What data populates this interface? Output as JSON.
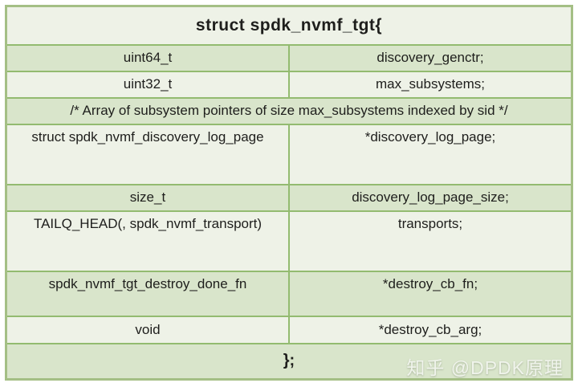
{
  "colors": {
    "green-fill": "#d9e5cb",
    "light-fill": "#eef2e7",
    "border-inner": "#93bb70",
    "border-outer": "#a4bf85",
    "text": "#1e1e1c",
    "watermark": "#f2f5ee"
  },
  "struct_table": {
    "title": "struct spdk_nvmf_tgt{",
    "comment": "/* Array of subsystem pointers of size max_subsystems indexed by sid */",
    "closing": "};",
    "fields": [
      {
        "type": "uint64_t",
        "name": "discovery_genctr;"
      },
      {
        "type": "uint32_t",
        "name": "max_subsystems;"
      },
      {
        "type": "struct spdk_nvmf_discovery_log_page",
        "name": "*discovery_log_page;"
      },
      {
        "type": "size_t",
        "name": "discovery_log_page_size;"
      },
      {
        "type": "TAILQ_HEAD(, spdk_nvmf_transport)",
        "name": "transports;"
      },
      {
        "type": "spdk_nvmf_tgt_destroy_done_fn",
        "name": "*destroy_cb_fn;"
      },
      {
        "type": "void",
        "name": "*destroy_cb_arg;"
      }
    ]
  },
  "watermark": "知乎 @DPDK原理"
}
